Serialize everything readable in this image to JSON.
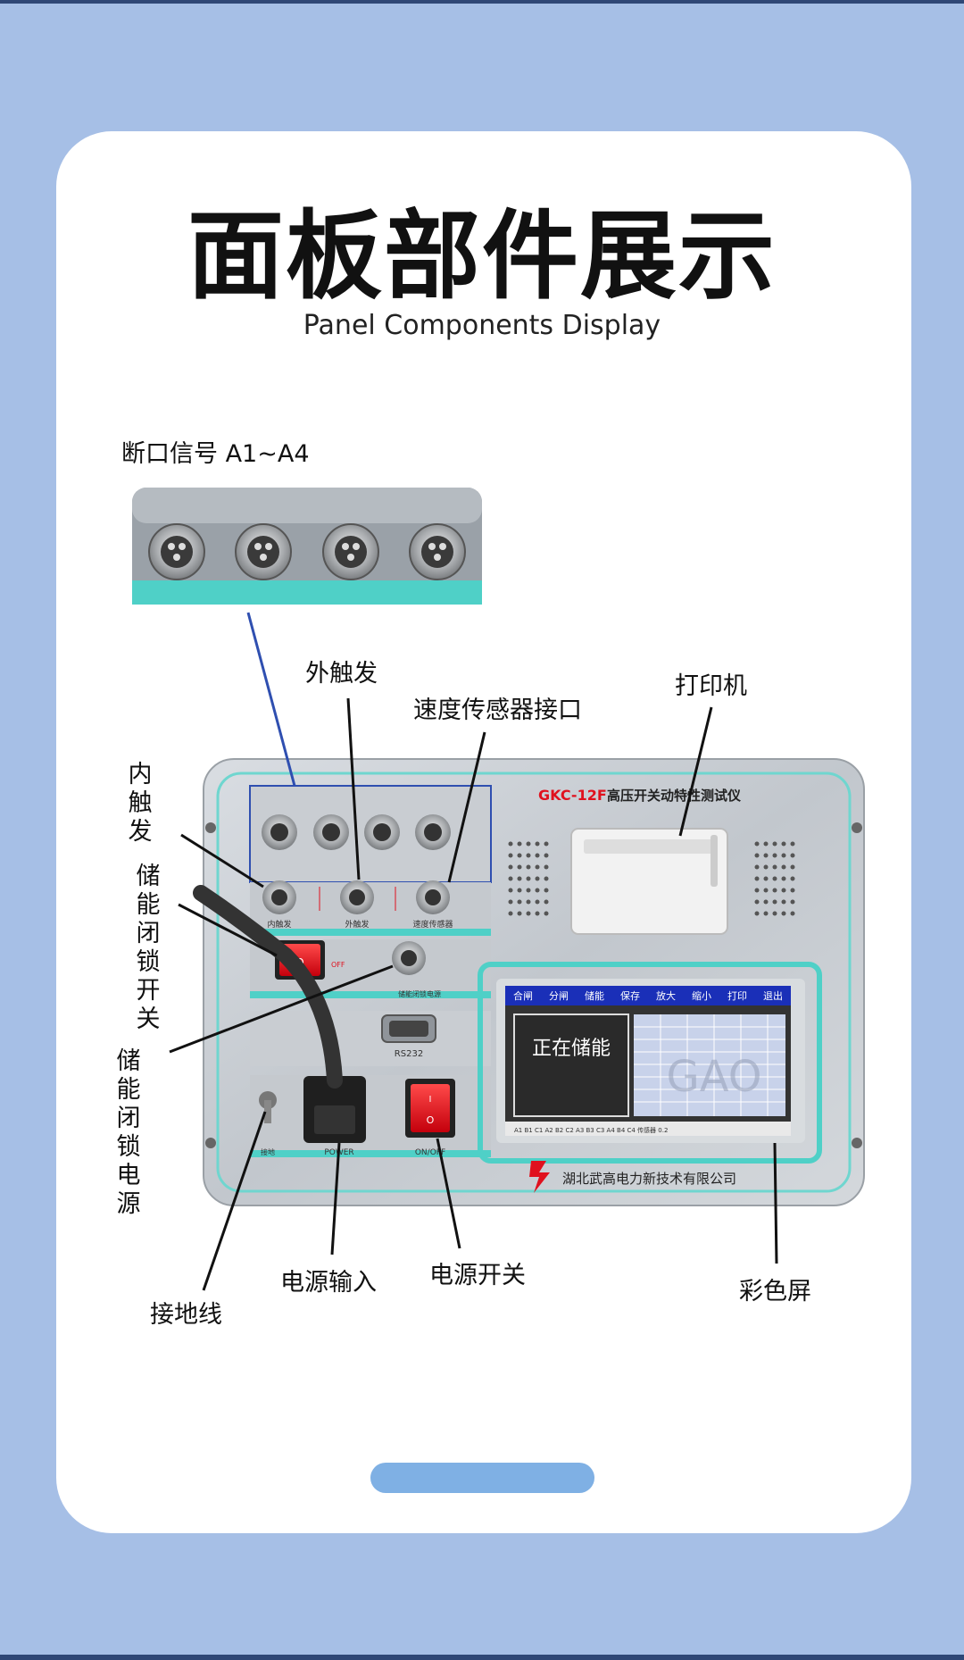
{
  "page": {
    "title": "面板部件展示",
    "subtitle": "Panel Components Display"
  },
  "labels": {
    "break_signal": "断口信号   A1~A4",
    "external_trigger": "外触发",
    "speed_sensor": "速度传感器接口",
    "printer": "打印机",
    "internal_trigger": "内触发",
    "storage_lock_switch": "储能闭锁开关",
    "storage_lock_power": "储能闭锁电源",
    "ground_wire": "接地线",
    "power_input": "电源输入",
    "power_switch": "电源开关",
    "color_screen": "彩色屏"
  },
  "device": {
    "model": "GKC-12F",
    "name": "高压开关动特性测试仪",
    "company": "湖北武高电力新技术有限公司",
    "rs232": "RS232",
    "power_label": "POWER",
    "onoff_label": "ON/OFF",
    "ground_label": "接地",
    "off_label": "OFF",
    "port_labels": [
      "内触发",
      "外触发",
      "速度传感器"
    ],
    "storage_power_label": "储能闭锁电源",
    "lcd_status": "正在储能",
    "lcd_menu": [
      "合闸",
      "分闸",
      "储能",
      "保存",
      "放大",
      "缩小",
      "打印",
      "退出"
    ],
    "lcd_channels": "A1 B1 C1 A2 B2 C2 A3 B3 C3 A4 B4 C4 传感器 0.2",
    "watermark": "GAO"
  },
  "colors": {
    "background": "#a6bfe6",
    "card": "#ffffff",
    "pill": "#7fb0e4",
    "teal": "#3cc9c4",
    "red": "#e0111e",
    "callout_blue": "#2f4fb0"
  }
}
